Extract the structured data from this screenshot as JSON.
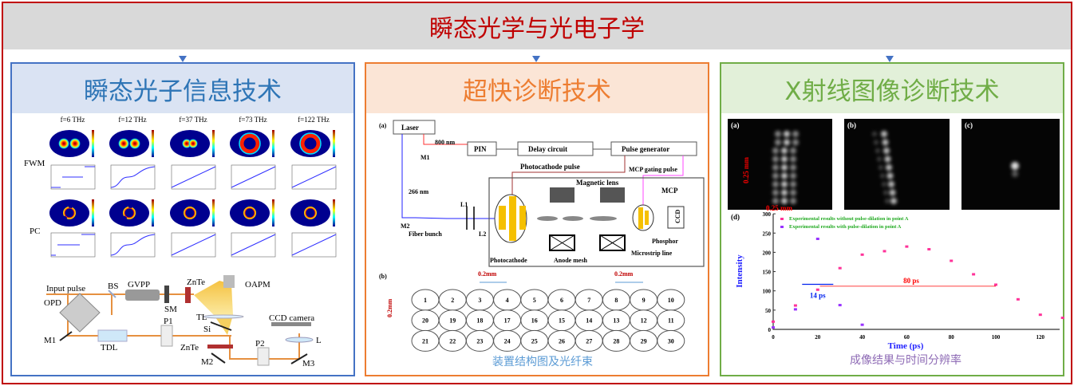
{
  "title": "瞬态光学与光电子学",
  "panels": [
    {
      "title": "瞬态光子信息技术",
      "color": "#2e75b6"
    },
    {
      "title": "超快诊断技术",
      "color": "#ed7d31",
      "caption": "装置结构图及光纤束"
    },
    {
      "title": "X射线图像诊断技术",
      "color": "#70ad47",
      "caption": "成像结果与时间分辨率"
    }
  ],
  "p1": {
    "freqs": [
      "f=6 THz",
      "f=12 THz",
      "f=37 THz",
      "f=73 THz",
      "f=122 THz"
    ],
    "row_labels": [
      "FWM",
      "PC"
    ],
    "setup": {
      "input": "Input pulse",
      "bs": "BS",
      "gvpp": "GVPP",
      "sm": "SM",
      "znte1": "ZnTe",
      "oapm": "OAPM",
      "tl": "TL",
      "ccd": "CCD camera",
      "si": "Si",
      "p1": "P1",
      "opd": "OPD",
      "m1": "M1",
      "tdl": "TDL",
      "znte2": "ZnTe",
      "p2": "P2",
      "l": "L",
      "m2": "M2",
      "m3": "M3"
    }
  },
  "p2": {
    "a": "(a)",
    "b": "(b)",
    "laser": "Laser",
    "nm800": "800 nm",
    "m1": "M1",
    "pin": "PIN",
    "delay": "Delay circuit",
    "pulsegen": "Pulse generator",
    "pc_pulse": "Photocathode pulse",
    "mcp_pulse": "MCP gating pulse",
    "nm266": "266 nm",
    "maglens": "Magnetic  lens",
    "mcp": "MCP",
    "l1": "L1",
    "l2": "L2",
    "m2": "M2",
    "fiber": "Fiber bunch",
    "ccd": "CCD",
    "phosphor": "Phosphor",
    "microstrip": "Microstrip line",
    "photocathode": "Photocathode",
    "anode": "Anode mesh",
    "dim": "0.2mm",
    "grid": [
      [
        "1",
        "2",
        "3",
        "4",
        "5",
        "6",
        "7",
        "8",
        "9",
        "10"
      ],
      [
        "20",
        "19",
        "18",
        "17",
        "16",
        "15",
        "14",
        "13",
        "12",
        "11"
      ],
      [
        "21",
        "22",
        "23",
        "24",
        "25",
        "26",
        "27",
        "28",
        "29",
        "30"
      ]
    ]
  },
  "p3": {
    "images": [
      "(a)",
      "(b)",
      "(c)"
    ],
    "scale": "0.25 mm",
    "d": "(d)",
    "chart_data": {
      "type": "line",
      "xlabel": "Time (ps)",
      "ylabel": "Intensity",
      "xlim": [
        0,
        130
      ],
      "ylim": [
        0,
        300
      ],
      "xticks": [
        "0",
        "20",
        "40",
        "60",
        "80",
        "100",
        "120"
      ],
      "yticks": [
        "0",
        "50",
        "100",
        "150",
        "200",
        "250",
        "300"
      ],
      "series": [
        {
          "name": "Experimental results without pulse-dilation in point A",
          "color": "#ff3399",
          "fit_color": "#ff0000",
          "x": [
            0,
            10,
            20,
            30,
            40,
            50,
            60,
            70,
            80,
            90,
            100,
            110,
            120,
            130
          ],
          "y": [
            20,
            62,
            103,
            159,
            194,
            203,
            215,
            208,
            178,
            143,
            116,
            78,
            38,
            30
          ],
          "fit": {
            "peak": 215,
            "center": 61,
            "fwhm": 80,
            "base": 0
          }
        },
        {
          "name": "Experimental results with pulse-dilation in point A",
          "color": "#9933ff",
          "fit_color": "#0022ee",
          "x": [
            0,
            10,
            20,
            30,
            40
          ],
          "y": [
            5,
            52,
            235,
            63,
            12
          ],
          "fit": {
            "peak": 230,
            "center": 20,
            "fwhm": 14,
            "base": 7
          }
        }
      ],
      "annotations": [
        "80 ps",
        "14 ps"
      ]
    }
  }
}
